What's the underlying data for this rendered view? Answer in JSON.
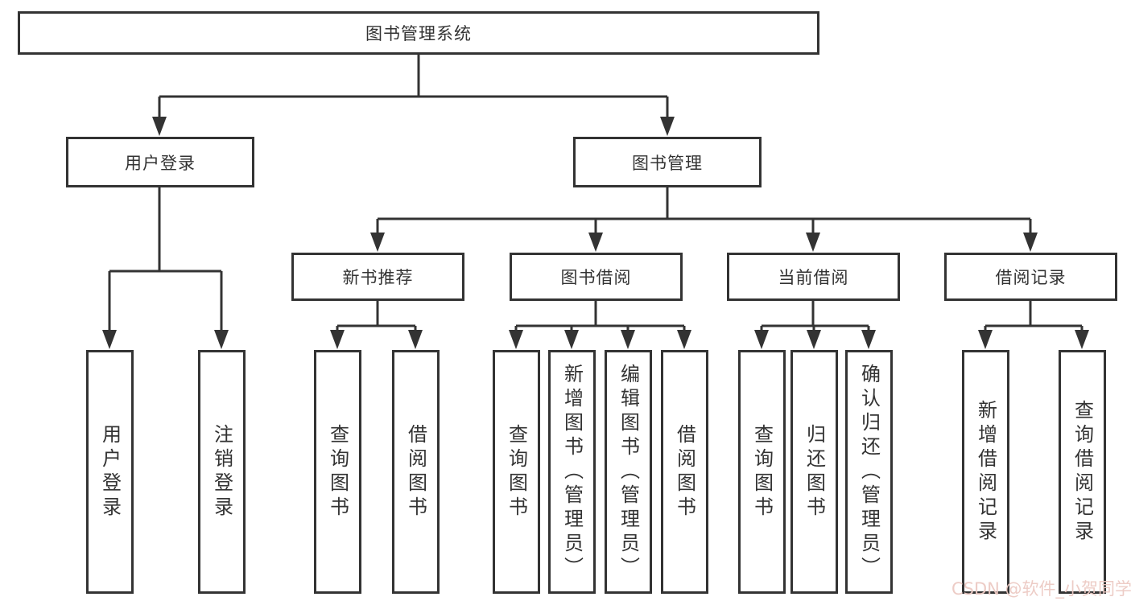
{
  "diagram": {
    "title": "图书管理系统",
    "root": {
      "label": "图书管理系统"
    },
    "level2": [
      {
        "id": "user-login",
        "label": "用户登录"
      },
      {
        "id": "book-management",
        "label": "图书管理"
      }
    ],
    "level3": [
      {
        "id": "new-book-recommend",
        "label": "新书推荐",
        "parent": "book-management"
      },
      {
        "id": "book-borrow",
        "label": "图书借阅",
        "parent": "book-management"
      },
      {
        "id": "current-borrow",
        "label": "当前借阅",
        "parent": "book-management"
      },
      {
        "id": "borrow-records",
        "label": "借阅记录",
        "parent": "book-management"
      }
    ],
    "leaves": {
      "user_login": [
        {
          "label": "用户登录"
        },
        {
          "label": "注销登录"
        }
      ],
      "new_book_recommend": [
        {
          "label": "查询图书"
        },
        {
          "label": "借阅图书"
        }
      ],
      "book_borrow": [
        {
          "label": "查询图书"
        },
        {
          "label": "新增图书（管理员）"
        },
        {
          "label": "编辑图书（管理员）"
        },
        {
          "label": "借阅图书"
        }
      ],
      "current_borrow": [
        {
          "label": "查询图书"
        },
        {
          "label": "归还图书"
        },
        {
          "label": "确认归还（管理员）"
        }
      ],
      "borrow_records": [
        {
          "label": "新增借阅记录"
        },
        {
          "label": "查询借阅记录"
        }
      ]
    },
    "colors": {
      "line": "#333333",
      "text": "#333333",
      "background": "#ffffff",
      "watermark": "#ecc9c3"
    },
    "watermark": "CSDN @软件_小贺同学"
  }
}
